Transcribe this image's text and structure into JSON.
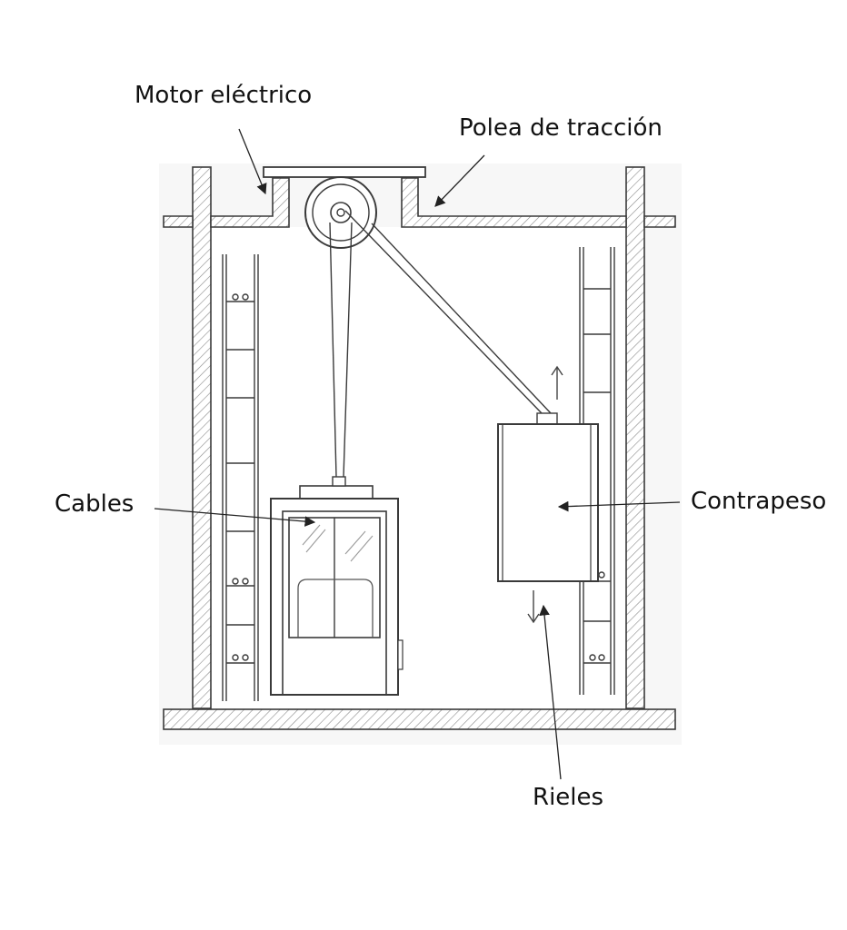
{
  "labels": {
    "motor": "Motor eléctrico",
    "polea": "Polea de tracción",
    "cables": "Cables",
    "contrapeso": "Contrapeso",
    "rieles": "Rieles"
  },
  "colors": {
    "line": "#3a3a3a",
    "hatch": "#8a8a8a",
    "glass": "#9a9a9a",
    "background": "#ffffff"
  }
}
